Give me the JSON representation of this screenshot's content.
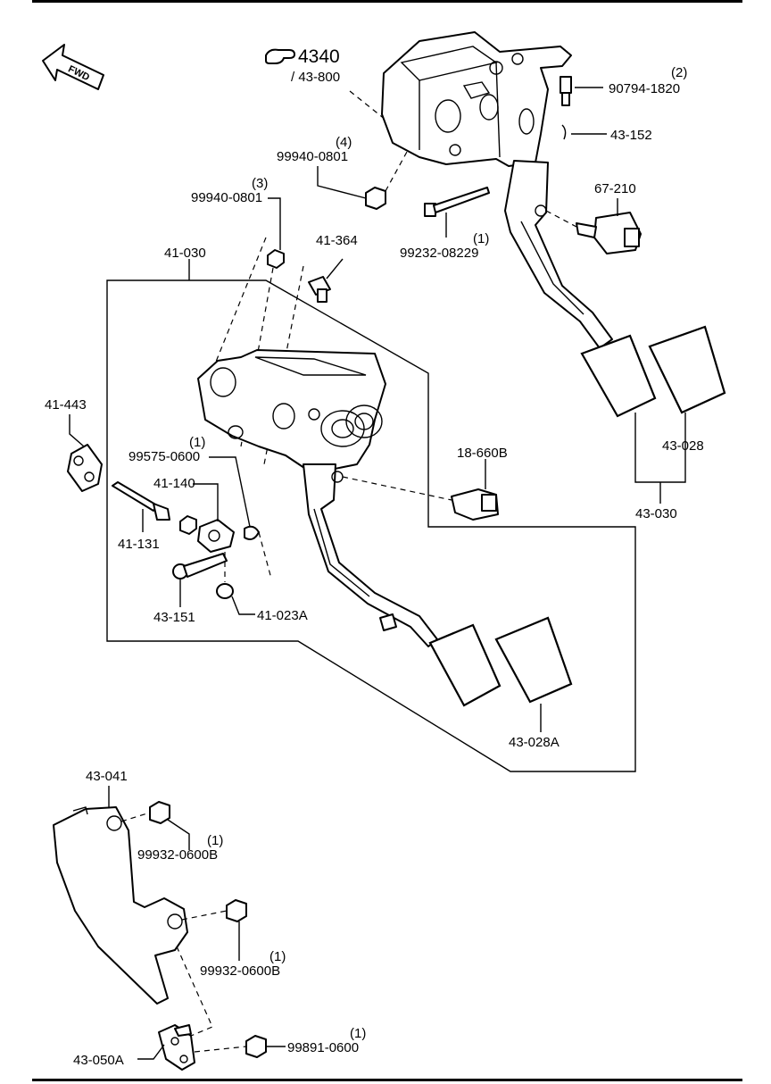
{
  "colors": {
    "line": "#000000",
    "background": "#ffffff"
  },
  "orientation": {
    "arrow_label": "FWD",
    "icon": "forward-arrow-icon"
  },
  "reference": {
    "icon": "pointing-hand-icon",
    "main": "4340",
    "sub": "/ 43-800"
  },
  "labels": {
    "p90794": {
      "qty": "(2)",
      "code": "90794-1820"
    },
    "p43152": {
      "code": "43-152"
    },
    "p99940a": {
      "qty": "(4)",
      "code": "99940-0801"
    },
    "p99940b": {
      "qty": "(3)",
      "code": "99940-0801"
    },
    "p67210": {
      "code": "67-210"
    },
    "p99232": {
      "qty": "(1)",
      "code": "99232-08229"
    },
    "p41030": {
      "code": "41-030"
    },
    "p41364": {
      "code": "41-364"
    },
    "p41443": {
      "code": "41-443"
    },
    "p99575": {
      "qty": "(1)",
      "code": "99575-0600"
    },
    "p41140": {
      "code": "41-140"
    },
    "p18660": {
      "code": "18-660B"
    },
    "p43028": {
      "code": "43-028"
    },
    "p43030": {
      "code": "43-030"
    },
    "p41131": {
      "code": "41-131"
    },
    "p43151": {
      "code": "43-151"
    },
    "p41023": {
      "code": "41-023A"
    },
    "p43028a": {
      "code": "43-028A"
    },
    "p43041": {
      "code": "43-041"
    },
    "p99932a": {
      "qty": "(1)",
      "code": "99932-0600B"
    },
    "p99932b": {
      "qty": "(1)",
      "code": "99932-0600B"
    },
    "p43050": {
      "code": "43-050A"
    },
    "p99891": {
      "qty": "(1)",
      "code": "99891-0600"
    }
  }
}
